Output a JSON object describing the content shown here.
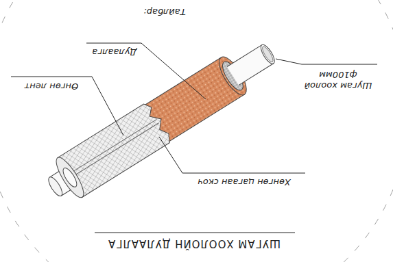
{
  "diagram": {
    "title": "ШУГАМ ХООЛОЙН ДУЛААЛГА",
    "labels": [
      "Шугам хоолой ф100мм",
      "Дулаалга",
      "Өнгөн лент",
      "Хөнгөн цагаан скоч",
      "Тайлбар:"
    ]
  }
}
